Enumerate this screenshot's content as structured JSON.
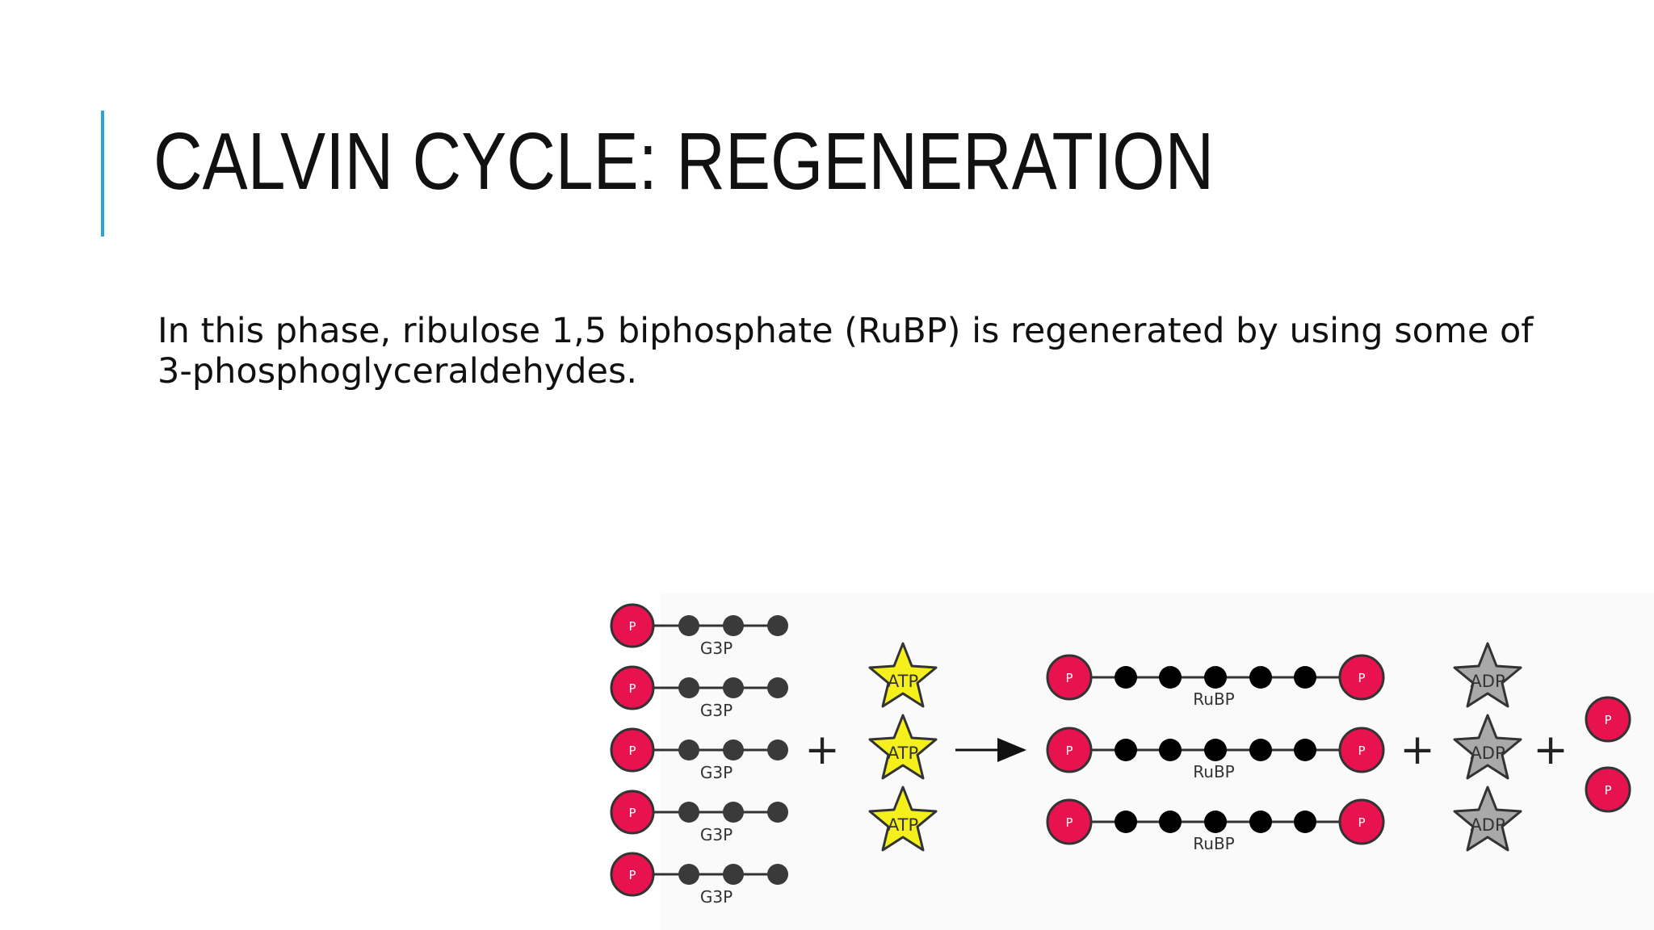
{
  "slide": {
    "title": "CALVIN CYCLE: REGENERATION",
    "body": "In this phase, ribulose 1,5 biphosphate (RuBP) is regenerated by using some of 3-phosphoglyceraldehydes."
  },
  "diagram": {
    "reactants": {
      "molecule_label": "G3P",
      "phosphate_label": "P",
      "count": 5
    },
    "plus_label": "+",
    "energy_in": {
      "label": "ATP",
      "count": 3,
      "color": "#f5f01c"
    },
    "products": {
      "molecule_label": "RuBP",
      "phosphate_label": "P",
      "count": 3
    },
    "energy_out": {
      "label": "ADP",
      "count": 3,
      "color": "#a9a9a9"
    },
    "free_phosphate": {
      "label": "P",
      "count": 2
    },
    "colors": {
      "phosphate": "#e8124f",
      "carbon_g3p": "#3a3a3a",
      "carbon_rubp": "#000000",
      "accent": "#29a3d8"
    }
  }
}
